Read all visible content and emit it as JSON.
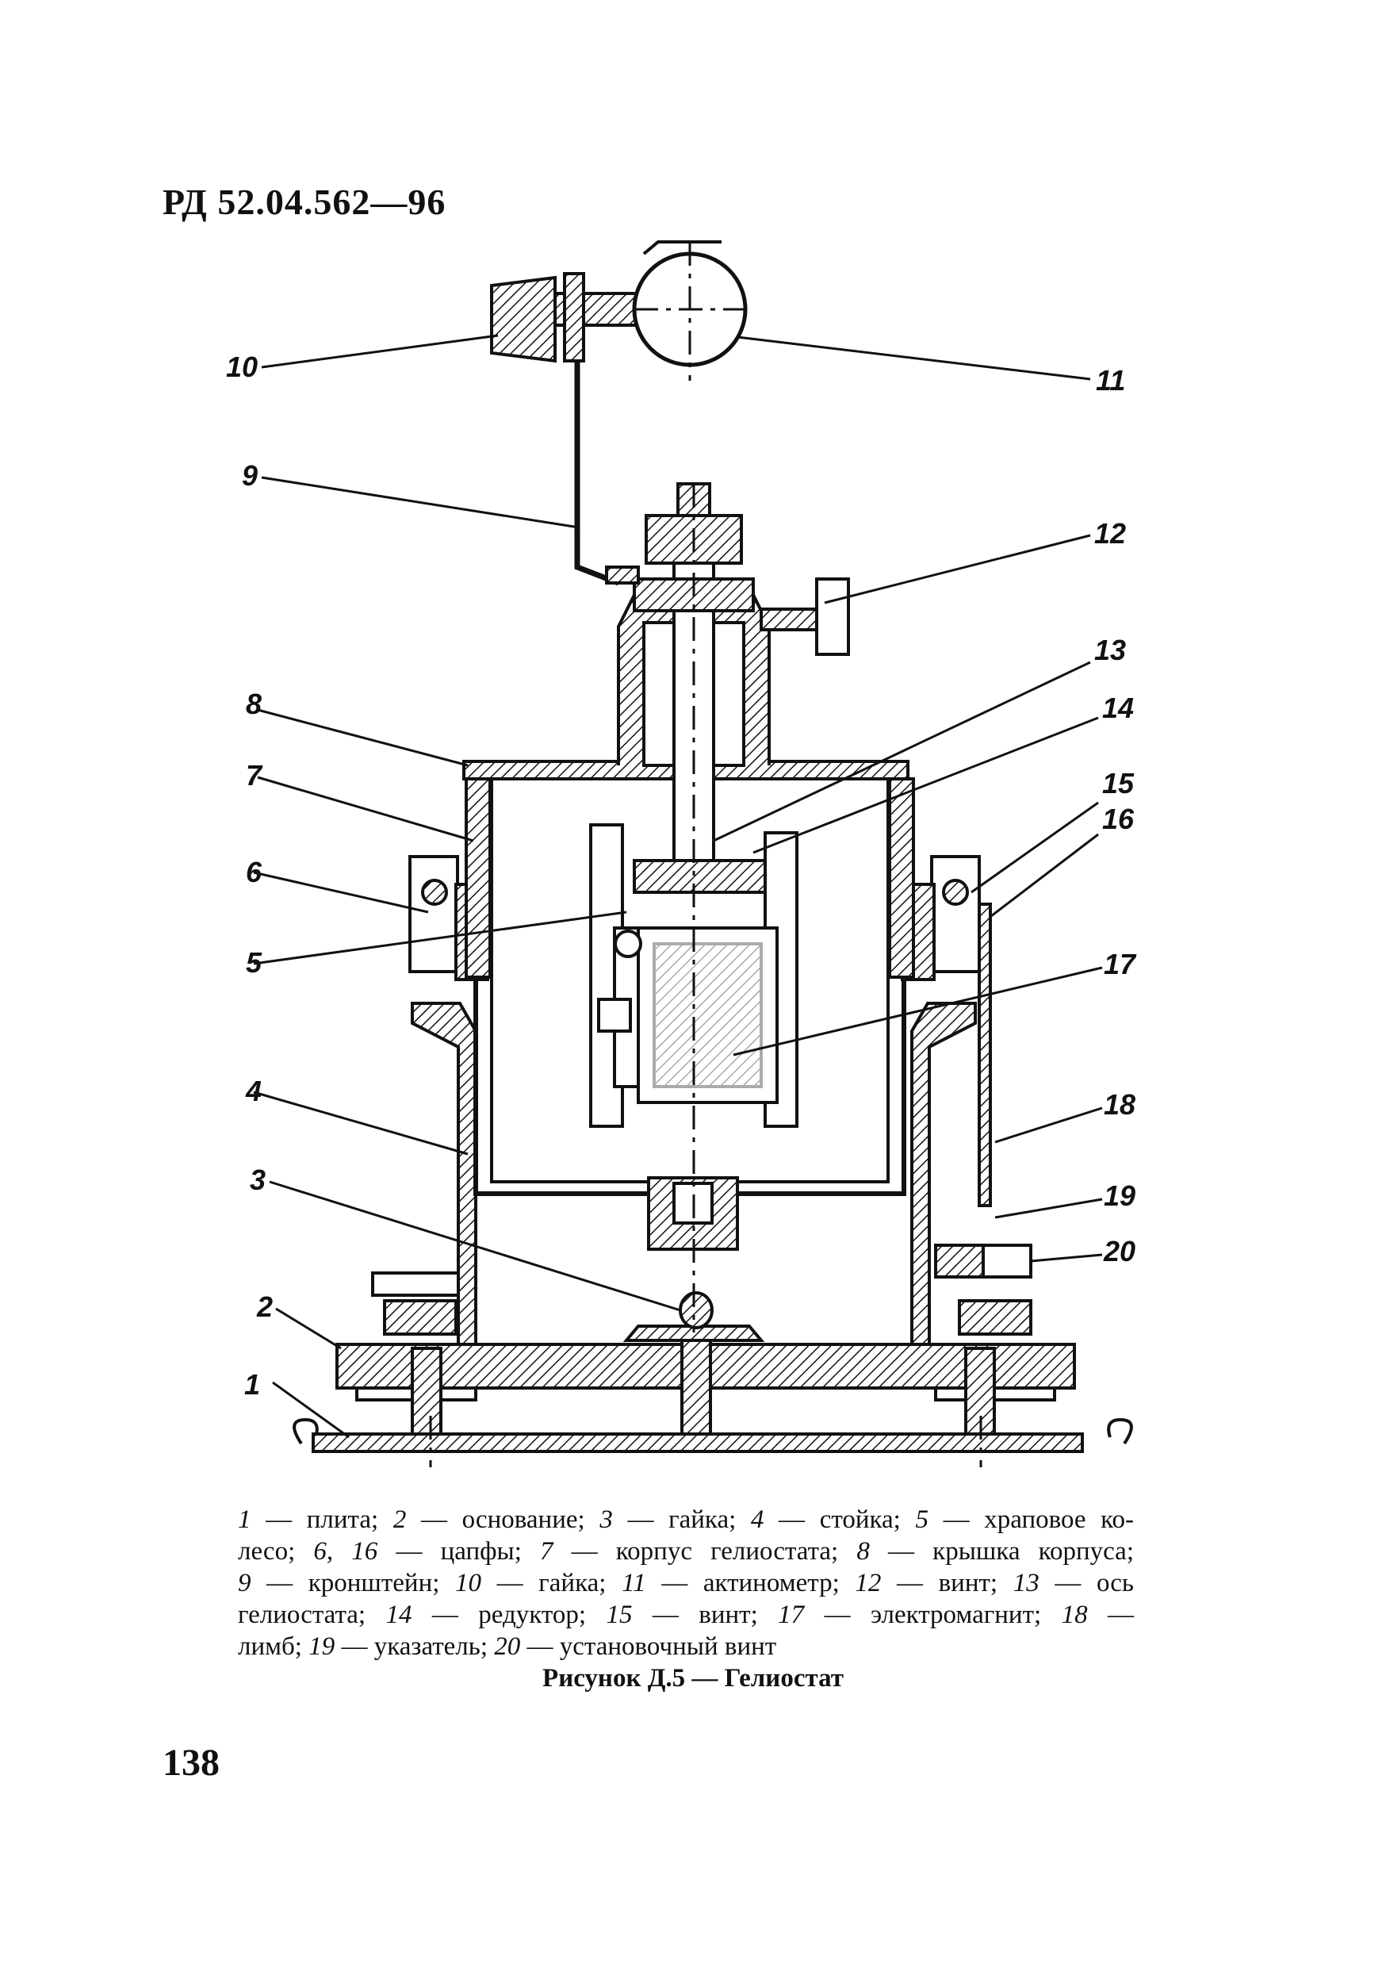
{
  "header": {
    "doc_id": "РД 52.04.562—96"
  },
  "callouts": [
    "1",
    "2",
    "3",
    "4",
    "5",
    "6",
    "7",
    "8",
    "9",
    "10",
    "11",
    "12",
    "13",
    "14",
    "15",
    "16",
    "17",
    "18",
    "19",
    "20"
  ],
  "legend": {
    "lines": [
      [
        {
          "n": "1",
          "t": " — плита; "
        },
        {
          "n": "2",
          "t": " — основание; "
        },
        {
          "n": "3",
          "t": " — гайка; "
        },
        {
          "n": "4",
          "t": " — стойка; "
        },
        {
          "n": "5",
          "t": " — храповое ко-"
        }
      ],
      [
        {
          "n": "",
          "t": "лесо; "
        },
        {
          "n": "6, 16",
          "t": " — цапфы; "
        },
        {
          "n": "7",
          "t": " — корпус гелиостата; "
        },
        {
          "n": "8",
          "t": " — крышка корпуса;"
        }
      ],
      [
        {
          "n": "9",
          "t": " — кронштейн; "
        },
        {
          "n": "10",
          "t": " — гайка; "
        },
        {
          "n": "11",
          "t": " — актинометр; "
        },
        {
          "n": "12",
          "t": " — винт; "
        },
        {
          "n": "13",
          "t": " — ось"
        }
      ],
      [
        {
          "n": "",
          "t": "гелиостата; "
        },
        {
          "n": "14",
          "t": " — редуктор; "
        },
        {
          "n": "15",
          "t": " — винт; "
        },
        {
          "n": "17",
          "t": " — электромагнит; "
        },
        {
          "n": "18",
          "t": " —"
        }
      ],
      [
        {
          "n": "",
          "t": "лимб; "
        },
        {
          "n": "19",
          "t": " — указатель; "
        },
        {
          "n": "20",
          "t": " — установочный винт"
        }
      ]
    ]
  },
  "caption": "Рисунок Д.5 — Гелиостат",
  "page_number": "138"
}
